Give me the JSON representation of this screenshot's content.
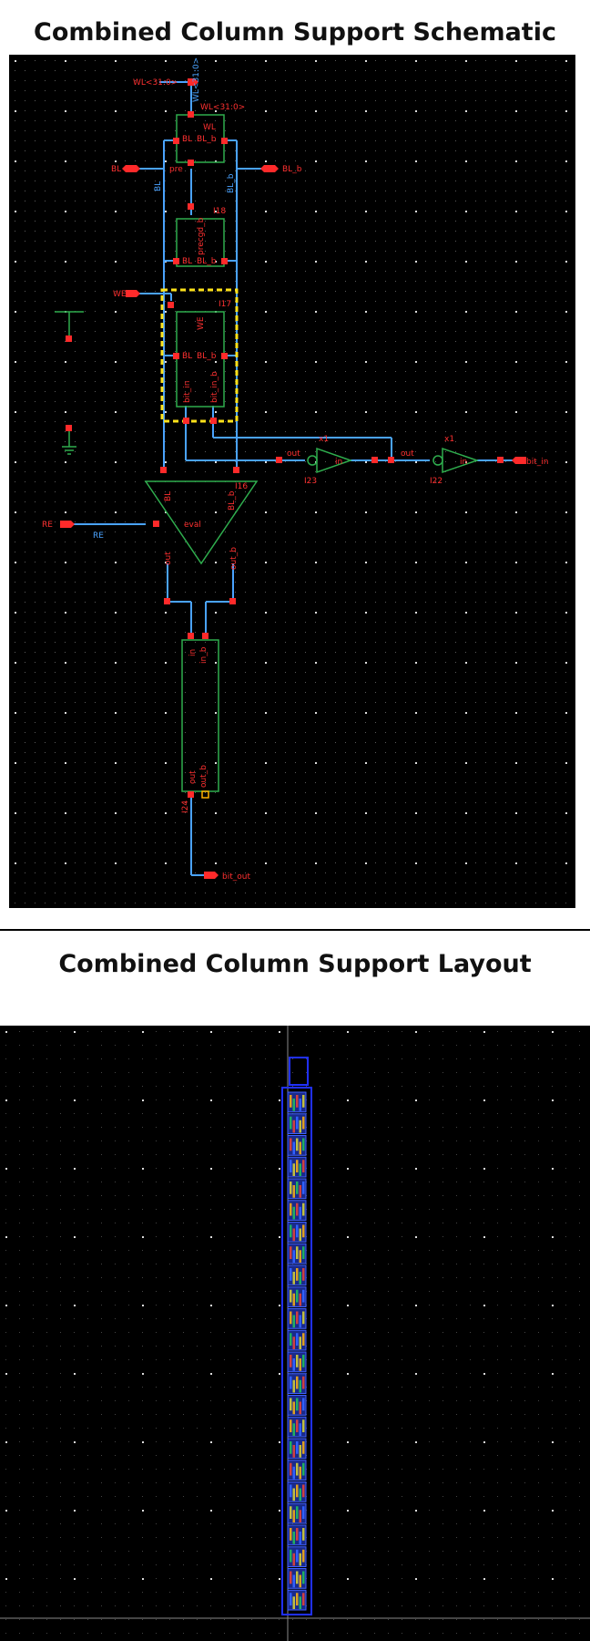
{
  "titles": {
    "schematic": "Combined Column Support Schematic",
    "layout": "Combined Column Support Layout"
  },
  "schematic": {
    "pins": {
      "wl": "WL<31:0>",
      "bl": "BL",
      "bl_b": "BL_b",
      "we": "WE",
      "re": "RE",
      "bit_in": "bit_in",
      "bit_out": "bit_out"
    },
    "wire_labels": {
      "wl_bus": "WL<31:0>",
      "bl": "BL",
      "pre": "pre",
      "bl_b": "BL_b",
      "re": "RE"
    },
    "instances": {
      "wl_box": {
        "ports": [
          "WL",
          "BL",
          "BL_b"
        ]
      },
      "i18": {
        "name": "I18",
        "ports": [
          "precgd_b",
          "BL",
          "BL_b"
        ]
      },
      "i17": {
        "name": "I17",
        "ports": [
          "WE",
          "BL",
          "BL_b",
          "bit_in",
          "bit_in_b"
        ]
      },
      "i16": {
        "name": "I16",
        "ports": [
          "BL",
          "BL_b",
          "eval",
          "out",
          "out_b"
        ]
      },
      "i23": {
        "name": "I23",
        "ports": [
          "out",
          "in"
        ],
        "mult": "x1"
      },
      "i22": {
        "name": "I22",
        "ports": [
          "out",
          "in"
        ],
        "mult": "x1"
      },
      "i24": {
        "name": "I24",
        "ports": [
          "in",
          "in_b",
          "out",
          "out_b"
        ]
      }
    }
  },
  "colors": {
    "schematic_bg": "#000000",
    "wire": "#4aa3ff",
    "instance": "#2fae4e",
    "pin": "#ff2a2a",
    "highlight": "#ffe21a",
    "layout_bg": "#000000",
    "layout_outline": "#2030ff"
  },
  "layout": {
    "stack_segments": 24
  }
}
